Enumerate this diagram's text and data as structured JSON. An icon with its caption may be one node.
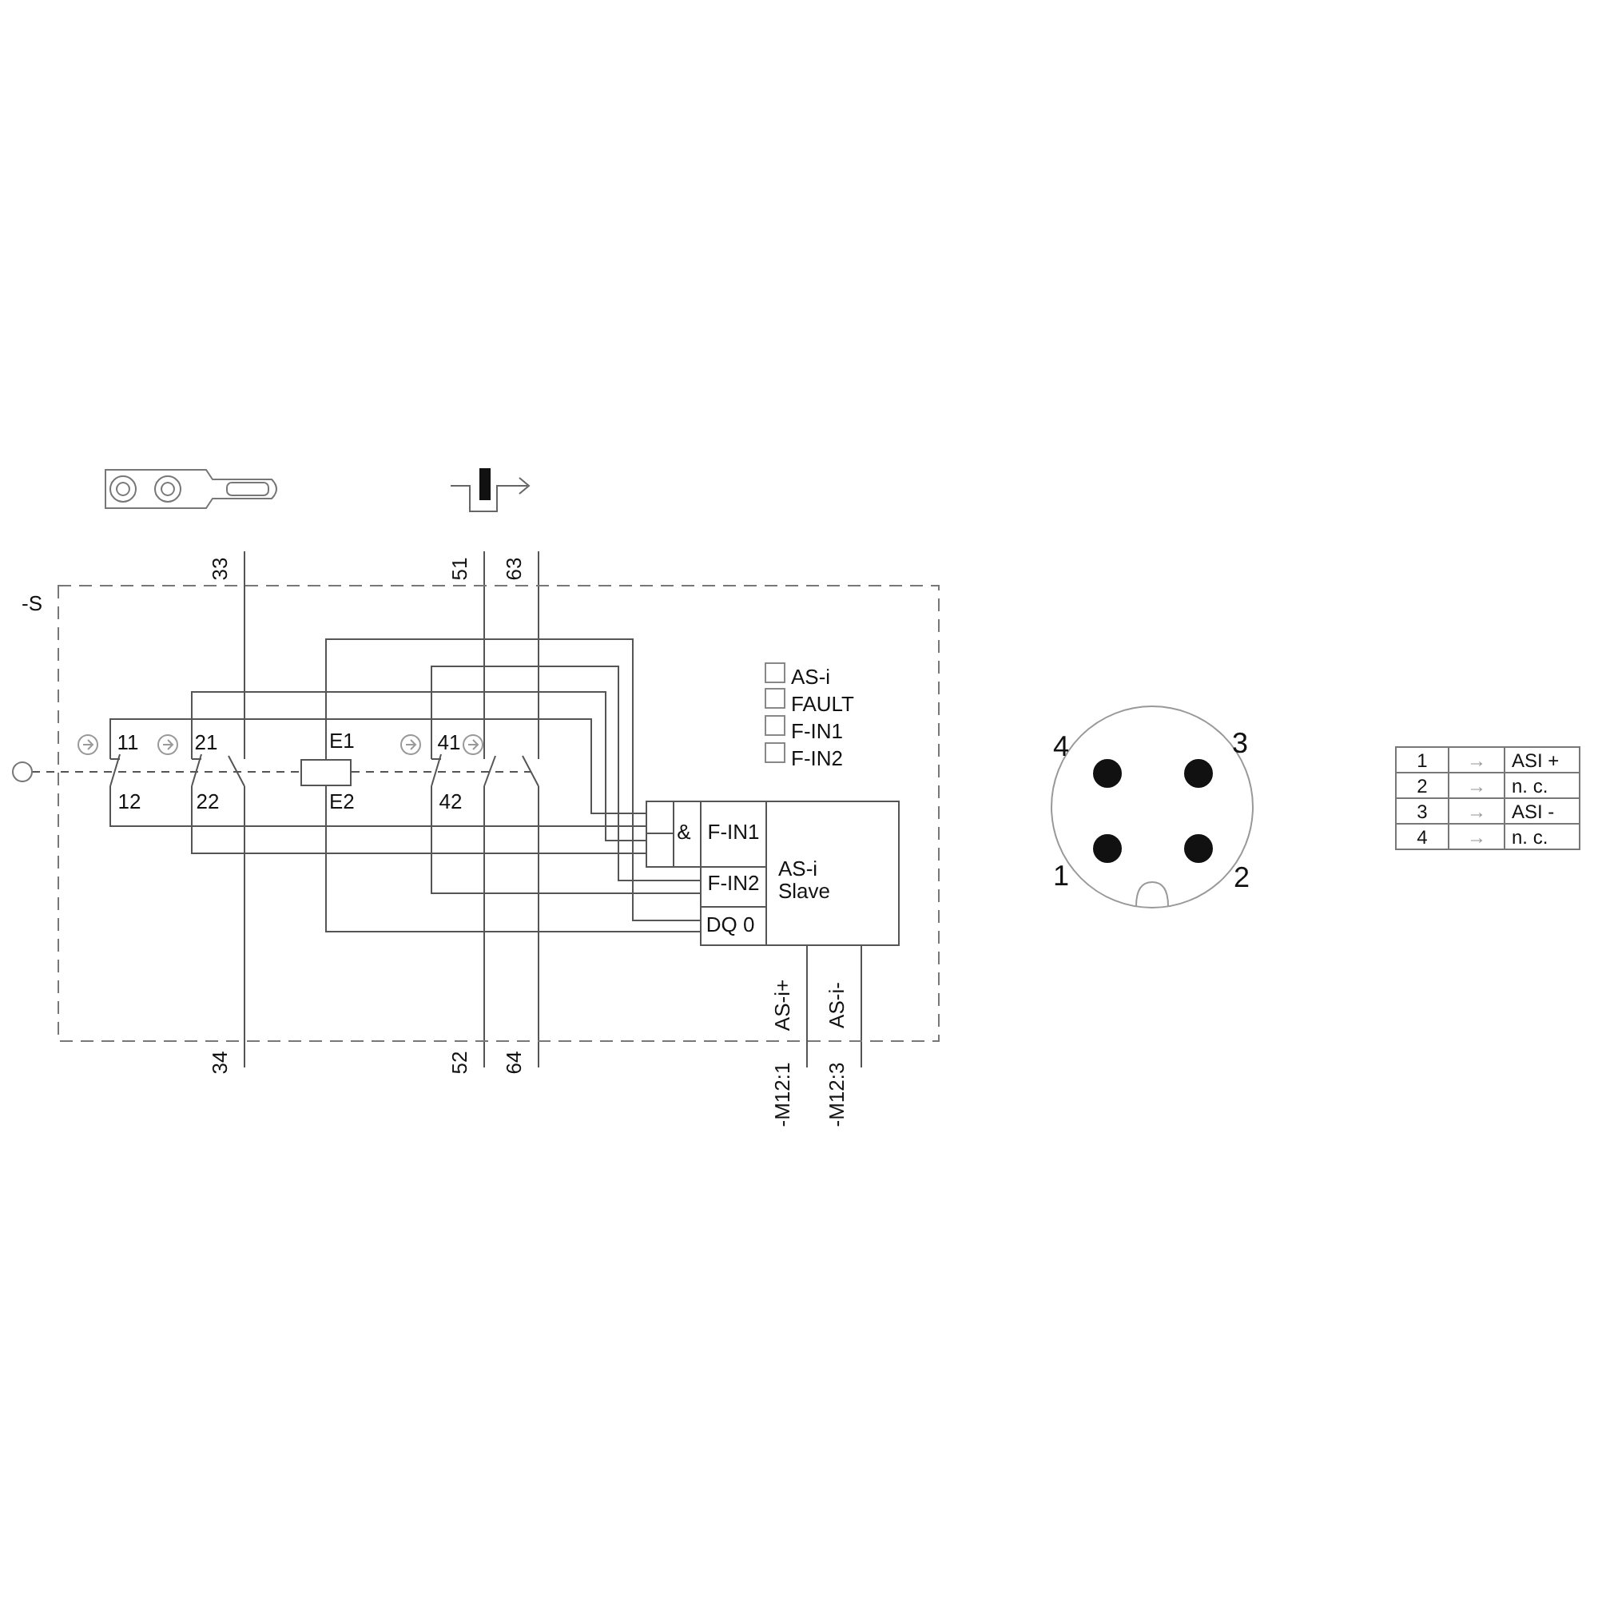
{
  "diagram": {
    "nodes": [
      {
        "text": [
          "-S"
        ]
      },
      {
        "text": [
          "&",
          "F-IN1",
          "F-IN2",
          "DQ 0",
          "AS-i Slave"
        ],
        "in": 0
      },
      {
        "text": [],
        "shape": "box",
        "in": 0,
        "beside": [
          "E1",
          "E2"
        ]
      },
      {
        "text": [],
        "shape": "circle"
      },
      {
        "text": [],
        "shape": "circle"
      }
    ],
    "edges": [
      {
        "from": 2,
        "to": 1,
        "arrow": "none"
      },
      {
        "from": 2,
        "to": 1,
        "arrow": "none"
      },
      {
        "from": 4,
        "to": 2,
        "arrow": "none",
        "style": "dashed"
      },
      {
        "from": 2,
        "to": null,
        "arrow": "none",
        "style": "dashed"
      }
    ],
    "labels": [
      "33",
      "51",
      "63",
      "AS-i",
      "FAULT",
      "F-IN1",
      "F-IN2",
      "4",
      "3",
      "11",
      "21",
      "41",
      "12",
      "22",
      "42",
      "1",
      "2",
      "1",
      "→",
      "ASI +",
      "2",
      "→",
      "n. c.",
      "3",
      "→",
      "ASI -",
      "4",
      "→",
      "n. c.",
      "34",
      "52",
      "64",
      "AS-i+",
      "AS-i-",
      "-M12:1",
      "-M12:3"
    ]
  }
}
